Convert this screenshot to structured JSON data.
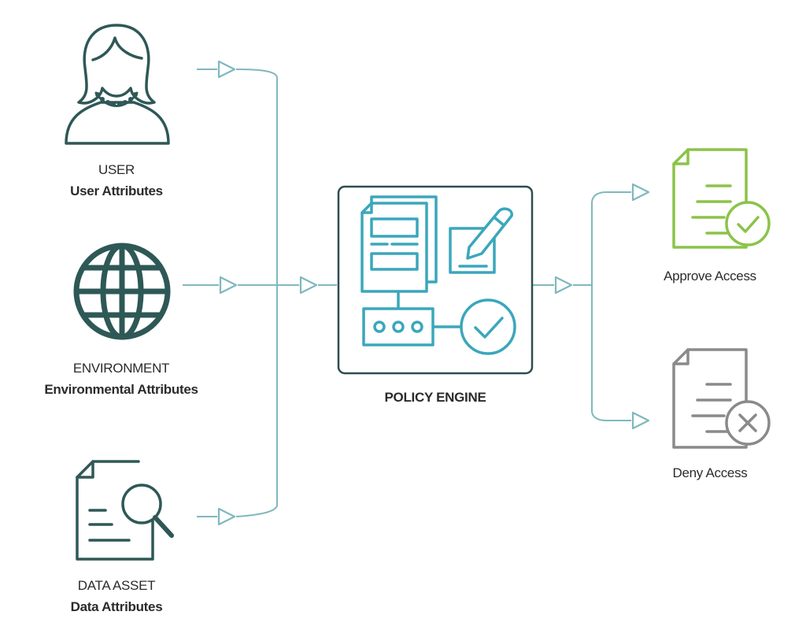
{
  "colors": {
    "connector": "#7fb8bd",
    "input_icon": "#2e5856",
    "engine_icon": "#3aa7bb",
    "engine_frame": "#2e4c50",
    "approve": "#8bc34a",
    "deny": "#8a8a8a",
    "text": "#2b2b2b"
  },
  "inputs": {
    "user": {
      "title": "USER",
      "subtitle": "User Attributes",
      "icon": "user-icon"
    },
    "environment": {
      "title": "ENVIRONMENT",
      "subtitle": "Environmental Attributes",
      "icon": "globe-icon"
    },
    "data_asset": {
      "title": "DATA ASSET",
      "subtitle": "Data Attributes",
      "icon": "document-search-icon"
    }
  },
  "engine": {
    "title": "POLICY ENGINE",
    "icon": "policy-engine-icon"
  },
  "outputs": {
    "approve": {
      "label": "Approve Access",
      "icon": "document-check-icon"
    },
    "deny": {
      "label": "Deny Access",
      "icon": "document-x-icon"
    }
  }
}
